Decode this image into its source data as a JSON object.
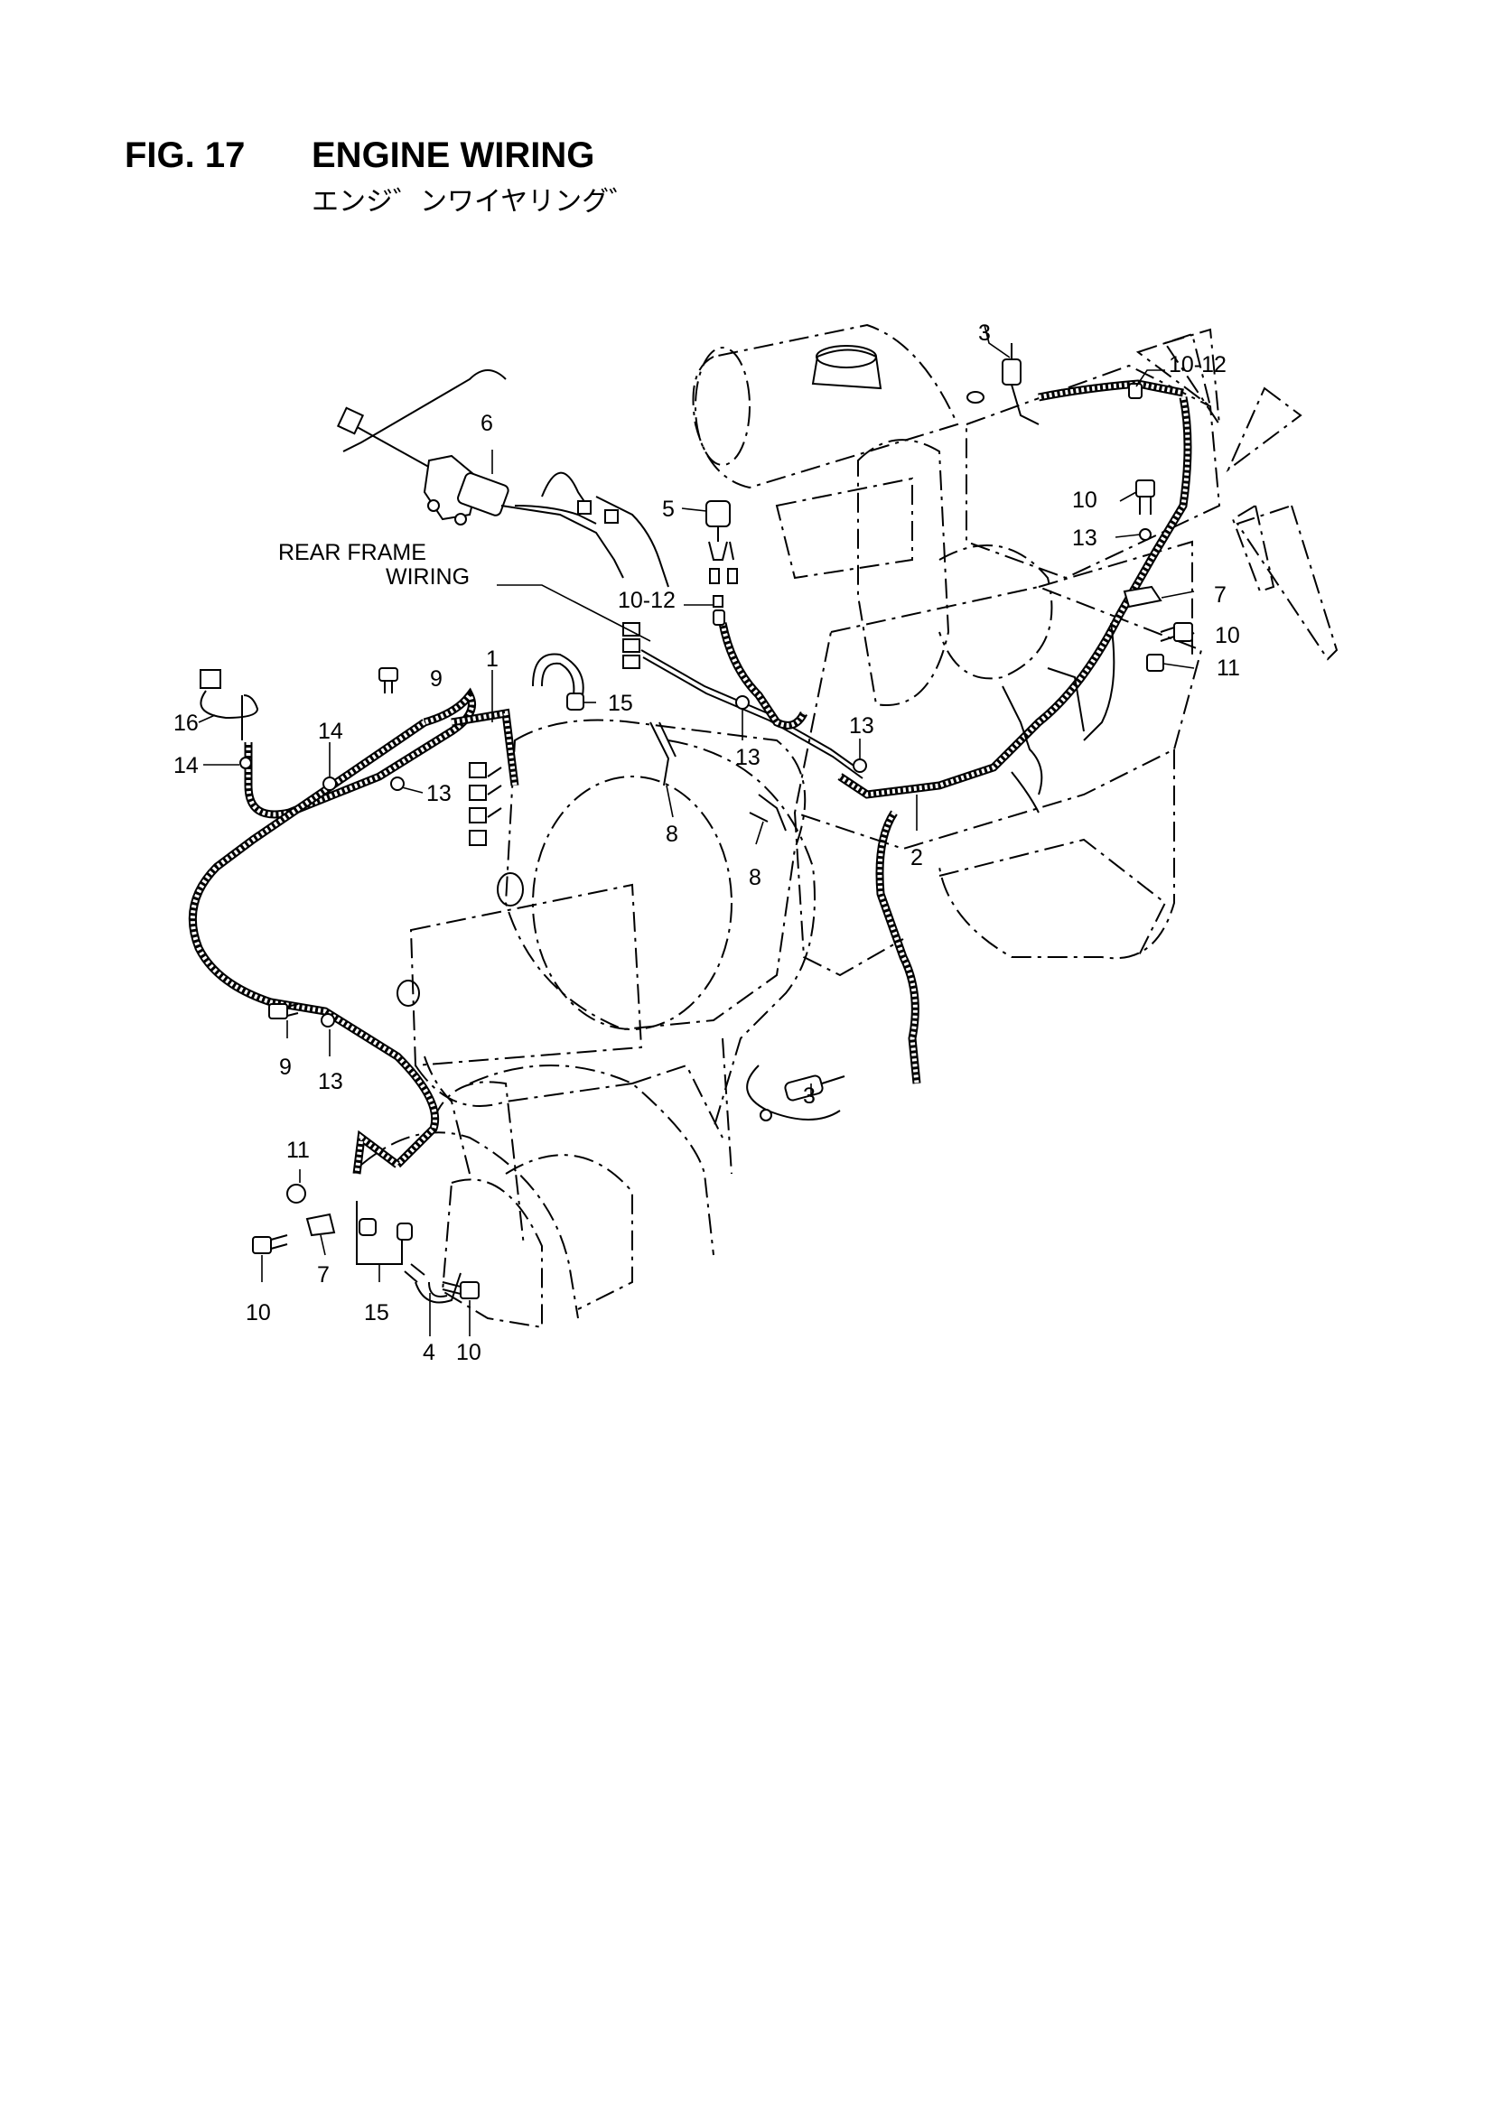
{
  "header": {
    "fig_number": "FIG. 17",
    "title": "ENGINE WIRING",
    "subtitle_jp": "エンジ゛ンワイヤリング゛"
  },
  "callouts": {
    "c_rear1": "REAR FRAME",
    "c_rear2": "WIRING",
    "c1": "1",
    "c2": "2",
    "c3a": "3",
    "c3b": "3",
    "c4": "4",
    "c5": "5",
    "c6": "6",
    "c7a": "7",
    "c7b": "7",
    "c8a": "8",
    "c8b": "8",
    "c9a": "9",
    "c9b": "9",
    "c10a": "10",
    "c10b": "10",
    "c10c": "10",
    "c10d": "10",
    "c1012a": "10-12",
    "c1012b": "10-12",
    "c11a": "11",
    "c11b": "11",
    "c13a": "13",
    "c13b": "13",
    "c13c": "13",
    "c13d": "13",
    "c13e": "13",
    "c14a": "14",
    "c14b": "14",
    "c15a": "15",
    "c15b": "15",
    "c16": "16"
  }
}
